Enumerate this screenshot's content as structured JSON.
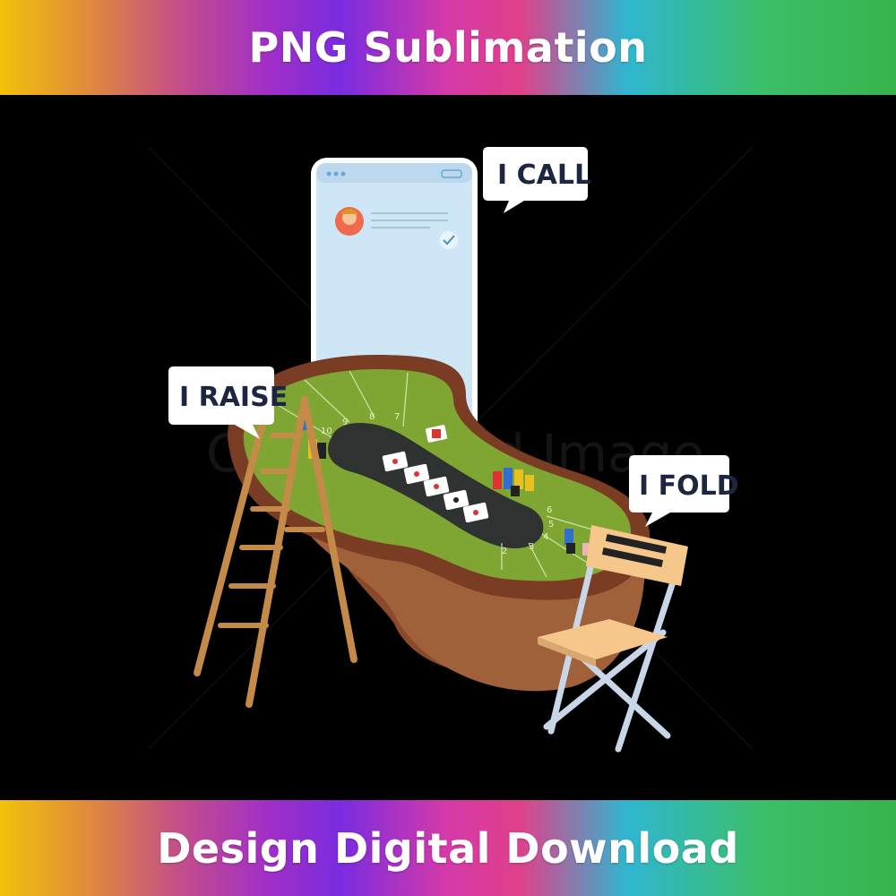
{
  "banner_top": {
    "text": "PNG Sublimation"
  },
  "banner_bottom": {
    "text": "Design Digital Download"
  },
  "bubbles": {
    "call": "I CALL",
    "raise": "I RAISE",
    "fold": "I FOLD"
  },
  "watermark": "Copyrighted Image",
  "colors": {
    "felt": "#7fa533",
    "table_rim": "#8b4a2b",
    "table_base": "#a0603a",
    "center_strip": "#2e3230",
    "phone_screen": "#cfe6f7",
    "ladder": "#d19a55",
    "chair_seat": "#f5c78a",
    "chair_frame": "#c8d6e8"
  },
  "icons": [
    "avatar-icon",
    "checkmark-icon",
    "phone-dots-icon",
    "playing-card-icon",
    "poker-chip-icon"
  ]
}
